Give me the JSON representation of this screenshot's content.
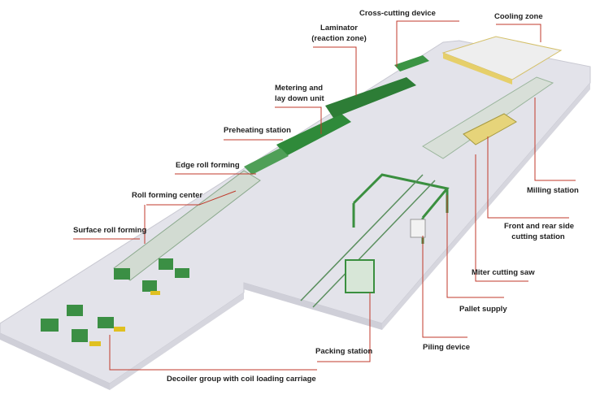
{
  "title": "Production line layout",
  "labels": {
    "cross_cutting": "Cross-cutting device",
    "cooling": "Cooling zone",
    "laminator_1": "Laminator",
    "laminator_2": "(reaction zone)",
    "metering_1": "Metering and",
    "metering_2": "lay down unit",
    "preheating": "Preheating station",
    "edge_roll": "Edge roll forming",
    "roll_center": "Roll forming center",
    "surface_roll": "Surface roll forming",
    "milling": "Milling station",
    "front_rear_1": "Front and rear side",
    "front_rear_2": "cutting station",
    "miter": "Miter cutting saw",
    "pallet": "Pallet supply",
    "piling": "Piling device",
    "packing": "Packing station",
    "decoiler": "Decoiler group with coil loading carriage"
  },
  "colors": {
    "floor": "#e4e4ea",
    "machine": "#2f8a3a",
    "leader": "#c0392b",
    "cooling": "#e8d98a"
  }
}
